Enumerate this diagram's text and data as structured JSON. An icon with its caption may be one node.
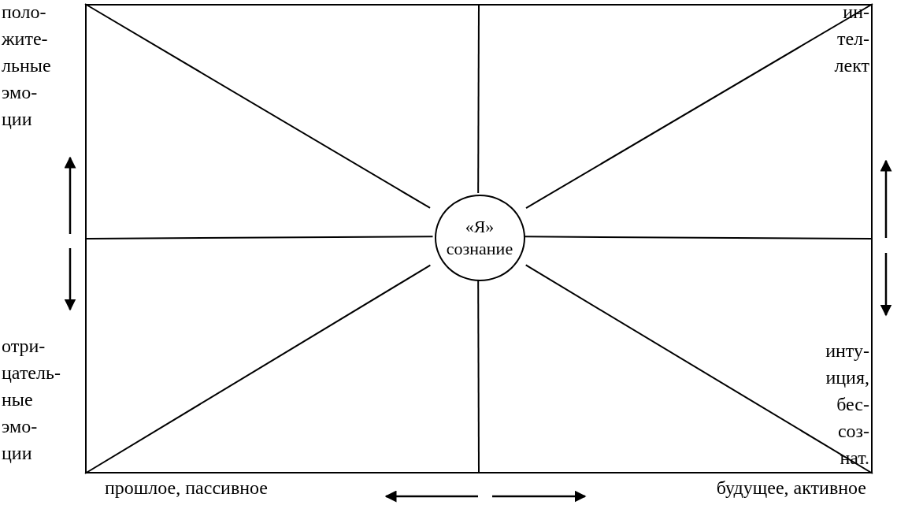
{
  "diagram": {
    "nodes": [
      {
        "text": [],
        "shape": "box"
      },
      {
        "text": [
          "«Я»",
          "сознание"
        ],
        "in": 0
      }
    ],
    "edges": [
      {
        "from": 1,
        "to": 0,
        "arrow": "none"
      },
      {
        "from": 1,
        "to": 0,
        "arrow": "none"
      },
      {
        "from": 1,
        "to": 0,
        "arrow": "none"
      },
      {
        "from": 1,
        "to": 0,
        "arrow": "none"
      },
      {
        "from": 1,
        "to": 0,
        "arrow": "none"
      },
      {
        "from": 1,
        "to": 0,
        "arrow": "none"
      },
      {
        "from": 1,
        "to": 0,
        "arrow": "none"
      },
      {
        "from": 1,
        "to": 0,
        "arrow": "none"
      }
    ],
    "labels": [
      "поло- жите- льные эмо- ции",
      "ин- тел- лект",
      "отри- цатель- ные эмо- ции",
      "инту- иция, бес- соз- нат.",
      "прошлое, пассивное",
      "будущее, активное"
    ]
  }
}
